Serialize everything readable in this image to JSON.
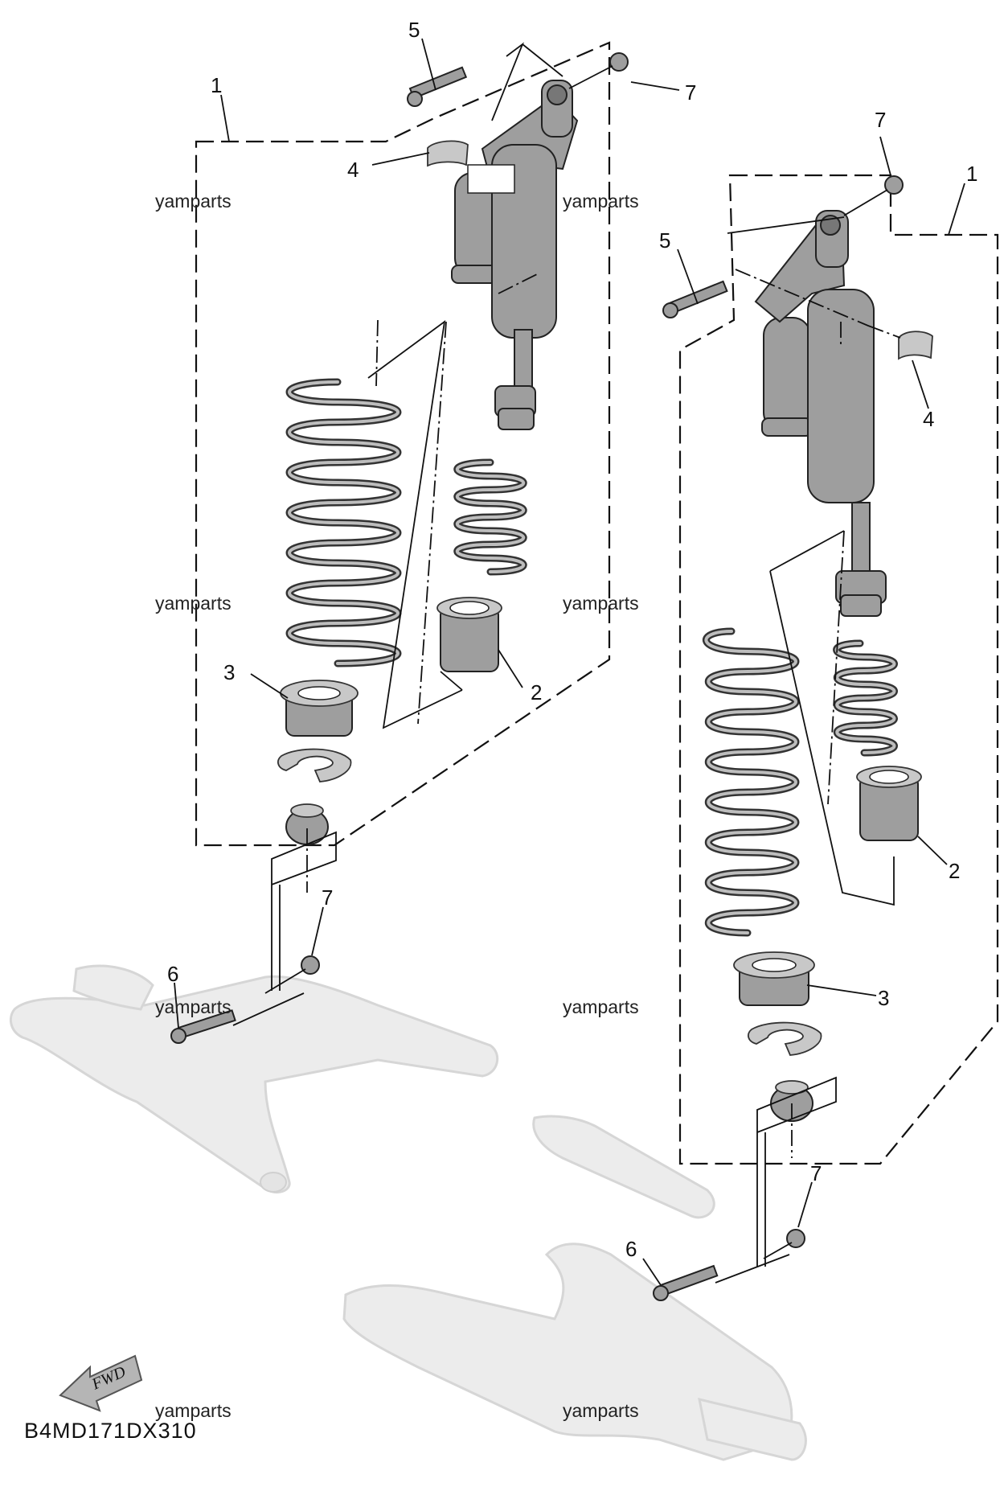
{
  "diagram_code": "B4MD171DX310",
  "watermark": "yamparts",
  "fwd_label": "FWD",
  "callouts": {
    "l1": "1",
    "l2": "2",
    "l3": "3",
    "l4": "4",
    "l5": "5",
    "l6": "6",
    "l7a": "7",
    "l7b": "7",
    "r1": "1",
    "r2": "2",
    "r3": "3",
    "r4": "4",
    "r5": "5",
    "r6": "6",
    "r7a": "7",
    "r7b": "7"
  },
  "colors": {
    "part_fill": "#9e9e9e",
    "swingarm_fill": "#ececec",
    "line": "#111111"
  }
}
